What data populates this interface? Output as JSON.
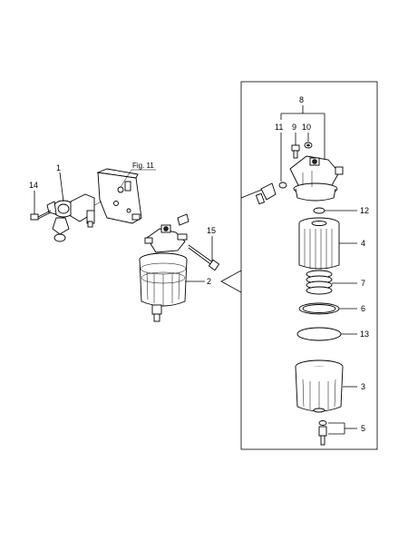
{
  "figure_reference": "Fig. 11",
  "callouts": {
    "c1": "1",
    "c2": "2",
    "c3": "3",
    "c4": "4",
    "c5": "5",
    "c6": "6",
    "c7": "7",
    "c8": "8",
    "c9": "9",
    "c10": "10",
    "c11": "11",
    "c12": "12",
    "c13": "13",
    "c14": "14",
    "c15": "15"
  }
}
